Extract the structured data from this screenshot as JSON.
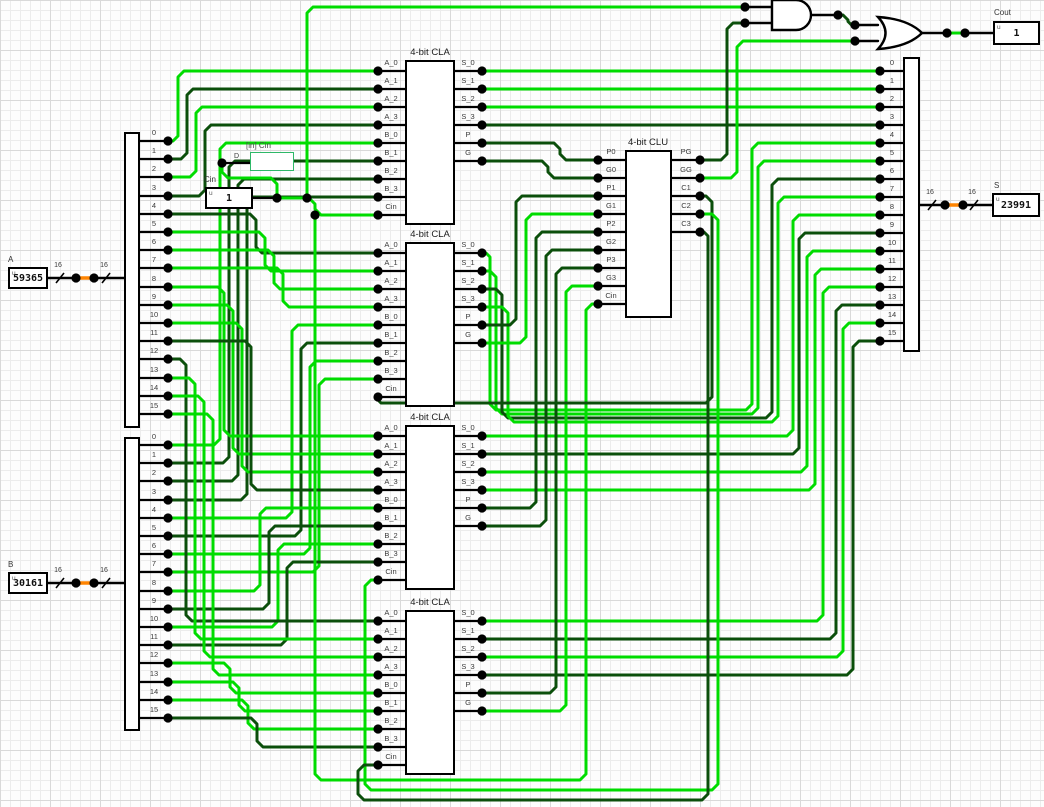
{
  "app": {
    "name": "logic-circuit-canvas"
  },
  "colors": {
    "wire_on": "#00dc00",
    "wire_off": "#0b4f0b",
    "wire_bus": "#000000",
    "bus_error_orange": "#ff8400",
    "component_stroke": "#000000",
    "label_text": "#3a3a3a",
    "selection_green": "#2eb868"
  },
  "pins": {
    "a": {
      "label": "A",
      "value": "59365",
      "radix": "u"
    },
    "b": {
      "label": "B",
      "value": "30161",
      "radix": "u"
    },
    "cin": {
      "label": "Cin",
      "value": "1",
      "radix": "u"
    },
    "cout": {
      "label": "Cout",
      "value": "1",
      "radix": "u"
    },
    "s": {
      "label": "S",
      "value": "23991",
      "radix": "u"
    }
  },
  "bus_width_label": "16",
  "tunnel": {
    "title": "[in] Cin",
    "port": "D"
  },
  "blocks": {
    "cla": {
      "title": "4-bit CLA",
      "left_pins": [
        "A_0",
        "A_1",
        "A_2",
        "A_3",
        "B_0",
        "B_1",
        "B_2",
        "B_3",
        "Cin"
      ],
      "right_pins": [
        "S_0",
        "S_1",
        "S_2",
        "S_3",
        "P",
        "G"
      ]
    },
    "clu": {
      "title": "4-bit CLU",
      "left_pins": [
        "P0",
        "G0",
        "P1",
        "G1",
        "P2",
        "G2",
        "P3",
        "G3",
        "Cin"
      ],
      "right_pins": [
        "PG",
        "GG",
        "C1",
        "C2",
        "C3"
      ]
    }
  },
  "splitter_bit_labels": [
    "0",
    "1",
    "2",
    "3",
    "4",
    "5",
    "6",
    "7",
    "8",
    "9",
    "10",
    "11",
    "12",
    "13",
    "14",
    "15"
  ],
  "signals": {
    "a_bits": [
      1,
      0,
      1,
      0,
      0,
      1,
      1,
      1,
      1,
      1,
      1,
      0,
      0,
      1,
      1,
      1
    ],
    "b_bits": [
      1,
      0,
      0,
      0,
      1,
      0,
      1,
      1,
      1,
      0,
      1,
      0,
      1,
      1,
      1,
      0
    ],
    "s_bits": [
      1,
      1,
      1,
      0,
      1,
      1,
      0,
      1,
      1,
      0,
      1,
      1,
      1,
      0,
      1,
      0
    ],
    "group_p": [
      0,
      0,
      0,
      0
    ],
    "group_g": [
      0,
      1,
      0,
      1
    ],
    "carries": {
      "c1": 0,
      "c2": 1,
      "c3": 0
    },
    "cin": 1,
    "pg_out": 0,
    "gg_out": 1,
    "and_out": 0,
    "cout": 1
  },
  "gates": {
    "and": "AND",
    "or": "OR"
  }
}
